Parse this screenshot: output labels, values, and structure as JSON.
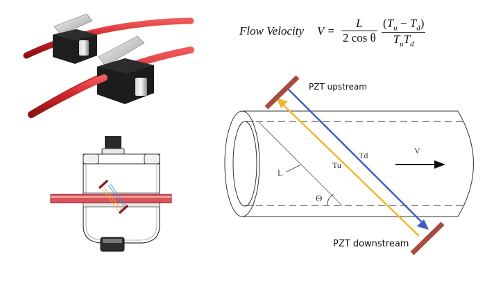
{
  "formula": {
    "label": "Flow Velocity",
    "lhs": "V =",
    "frac1_num": "L",
    "frac1_den": "2 cos θ",
    "frac2_num_open": "(",
    "frac2_num_t1": "T",
    "frac2_num_s1": "u",
    "frac2_num_minus": " − ",
    "frac2_num_t2": "T",
    "frac2_num_s2": "d",
    "frac2_num_close": ")",
    "frac2_den_t1": "T",
    "frac2_den_s1": "u",
    "frac2_den_t2": "T",
    "frac2_den_s2": "d"
  },
  "diagram": {
    "upstream_label": "PZT upstream",
    "downstream_label": "PZT downstream",
    "path_label": "L",
    "angle_label": "Θ",
    "tu_label": "Tu",
    "td_label": "Td",
    "velocity_label": "V"
  },
  "colors": {
    "transducer": "#a84a40",
    "upstream_signal": "#f0b830",
    "downstream_signal": "#3a5fc0",
    "pipe_red": "#d0262a",
    "device_black": "#1e1e1e",
    "outline": "#333333"
  },
  "images": {
    "top_left": "clamp-on flow sensors on red tubes (photo)",
    "bottom_left": "sensor cross-section schematic"
  }
}
